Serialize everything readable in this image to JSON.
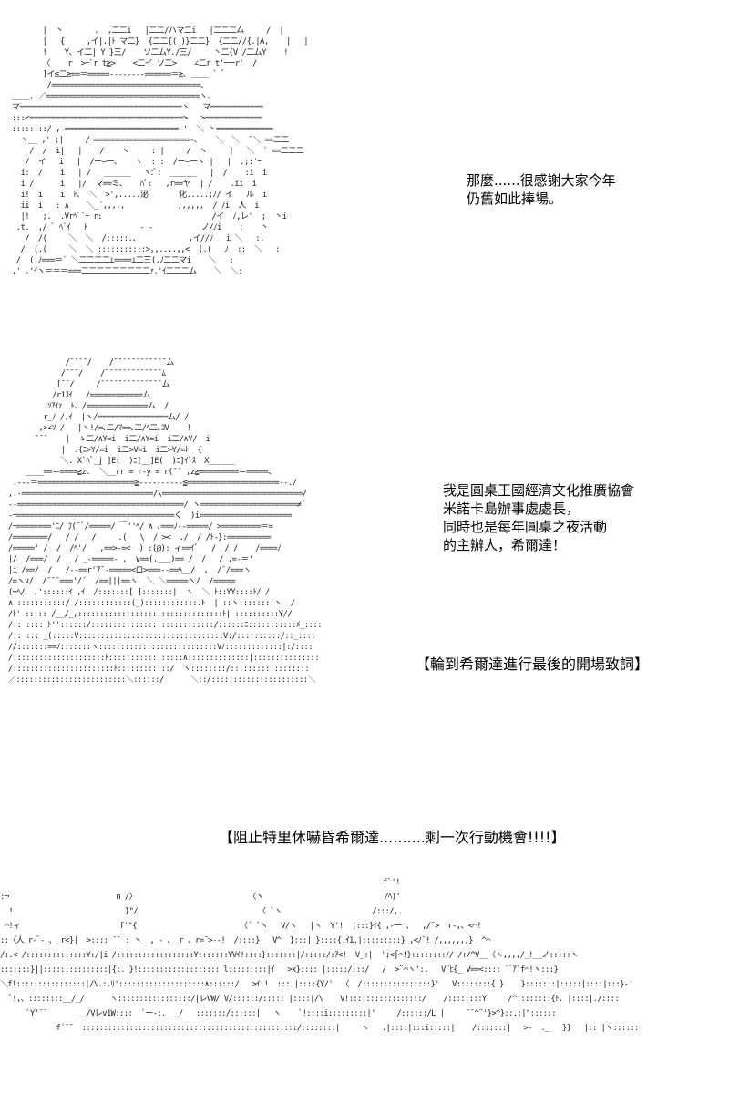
{
  "panels": [
    {
      "id": "panel-1",
      "speaker_art": "witch-face-closeup",
      "dialogue": [
        "那麼......很感謝大家今年",
        "仍舊如此捧場。"
      ]
    },
    {
      "id": "panel-2",
      "speaker_art": "witch-hat-figure",
      "dialogue": [
        "我是圓桌王國經濟文化推廣協會",
        "米諾卡島辦事處處長，",
        "同時也是每年圓桌之夜活動",
        "的主辦人，希爾達！"
      ],
      "narration": "【輪到希爾達進行最後的開場致詞】"
    },
    {
      "id": "panel-3",
      "narration": "【阻止特里休嚇昏希爾達..........剩一次行動機會!!!!】",
      "speaker_art": "crowd-of-characters"
    }
  ],
  "ascii_art": {
    "face": "        |  丶       .  ,二二i   |二二/ハマ二i   |二二二厶     /  |\n        |   {     ,イ|.|ﾄ マ二}  {二二{( )}二二}  {二二//{.|A,    |   |\n        !    Y、イ二| Y }三/    ソ二ムY./三/     丶二{V /二ムY    !\n        〈    r  >ｰ`r t≧>    <二イ ソ二>    ∠二r t'ｰ一r'  /\n        ]イ≦二≧==＝=====--------======＝≧、____ ` ﾞ\n         /==================================、\n ____,.／===================================ヽ、\n マ=====================================ヽ   マ============\n :::<===================================>   >=============\n ::::::::/ ,-==========================-'  ＼ 丶=============\n   ヽ__ ,' ;|     /ｰ======================-､    ＼  ＼  ¯＼ ==二二\n     /  /  i|   |    /    ヽ     : |     /  ヽ     |   ＼  ` ==二二二\n    /  イ   i   |  /ー―一、   ヽ  : :  /ー―一ヽ |   |  .;:'ｰ\n   i:  /    i   | /   ______   ヽ:ﾞ:  ______   |  /    :i  i\n   i /      i   |/  マ==ミ、   ﾊﾟ:   ,r==ヤ  | /    .ii  i\n   i!  i    i  ﾄ、 ＼  >',.....泌       化.....;ﾉ/ イ   ル  i\n   ii  i   : ∧    ＼_´,,,,,            ,,,,,,  / ﾉi  人  i\n   |!   ;.  .Vrﾍﾞ`ｰ r:                         /イ  ﾉ,レ'  ;  丶i\n  .t.  ,/ ﾞ ﾍﾞｲ   ﾄ            - -           ノ/ﾉi    ;    丶\n    /  /(     ＼  ＼  /:::::.、           ,イ//ｿ   i ＼   :.\n   /  (.(     ＼  ＼ :::::::::::>,,....,,<__(.(__ ﾉ  ::  ＼   :\n  /  (.ﾉ===＝` ＼二二二二⊥====⊥二三(.ﾉ二二マi    ＼   :\n ,' .'ｲヽ＝＝＝===二二二二二二二二二ｧ.'ｲ二二二ム    ＼  ＼:",
    "hat": "              /¯¯¯¯/    /¯¯¯¯¯¯¯¯¯¯¯¯ム\n             /¯¯¯/    /¯¯¯¯¯¯¯¯¯¯¯¯¯ﾑ\n            [¯¯/     /¯¯¯¯¯¯¯¯¯¯¯¯¯¯ム\n           /r1ｽｲ   /============ム\n          ｿｱｲｧ  ﾄ、/==============ム  /\n         r_ﾉ /,ｲ  |ヽ/================ム/ /\n        ,>∠ｿ /   |ヽ!/=､二/ﾏ==､二/ﾍ二､ｺV    !\n       ¯¯¯    |  ゝ二/∧Y=i  i二/∧Y=i  i二/∧Y/  i\n             |  .{ﾆ>Y/=i  i二>V=i  i二>Y/=ﾄ  {\n             ＼. X`ﾍﾞ_j ]E(  )ﾆ]__]E(  )ﾆ]ｲﾞｽ  X______\n     ____==＝====≧z.  ＼__rr = r-y = r(¯¯ ,z≧=========＝=====、\n  .---＝======================≧----------≦=====================--./\n ,.-==============================/\\================================/\n --======================================/ ヽ======================≠´\n -ｰ====================================く  )i=====================\n /ｰ========'ﾆ/ ﾌ(¯ﾞ/=====/ ￣''ﾍ/ ∧ ､===ﾉ--=====/ >=========＝=\n /========/   / /   /     .(   \\  / ><  ./  / /ﾄ-}:==========\n /=====' /  /  /ﾍ'/   ,==>-=<_ ) :(@):_ィ==ｲﾞ   /  / /    /====ﾉ\n |/  /===/  /   / _-=====- ,  ∨==(.___)== /  /   / ,=-＝'\n |i /==/  /   /--==r'7¯-=====<ロ>===--==ﾍ__/  ,  /¯/===ヽ\n /=ヽ∨/  /¯¯¯==='/´  /==|||==ヽ  ＼ ＼=====ヽ/  /=====\n (=ﾍ/  ,'::::::ｲ ,ｲ  /:::::::[ ]:::::::|  ヽ  ＼ ﾄ::YY::::ﾄ/ /\n ∧ :::::::::::/ /::::::::::::(_)::::::::::::.ﾄ  | ::ヽ::::::::ヽ  /\n /ﾄ' ::::: /__/_,:::::::::::::::::::::::::::::::::ﾄ| ::::::::::Y//\n /:: :::: ﾄ''::::::/::::::::::::::::::::::::::::/::::::ﾆ:::::::::::ﾒ_::::\n /:: ::: _(:::::V:::::::::::::::::::::::::::::::::V:/::::::::::/::_::::\n //:::::::==ﾉ:::::::ヽ:::::::::::::::::::::::::::Vﾉ:::::::::::::|:/::::\n /:::::::::::::::::::::ﾄ:::::::::::::::::∧::::::::::::::|:::::::::::::::\n /:::::::::::::::::::::::ﾄ::::::::::::/  ヽ::::::::/::::::::::::::::::\n ／:::::::::::::::::::::::::＼::::::/      ＼::/::::::::::::::::::::::＼",
    "crowd": "                                                                                         f`'!\n:¬                         n /〉                          〈ヽ                            /ﾍ)'\n  !                          }\"/                            〈 `ヽ                     /:::/,.\n ⌒!ィ                       f'°{                        〈´ `ヽ   V/ヽ   |ヽ  Y'!  |:::}ｲ{ ,-一 、  ,/¨>  r-,、<⌒!\n::〈人_r-ﾞ- 、_r<}|  >:::: ¯¯ : ヽ__, - 、_r 、r=¨>-‐!  /::::}___V^  }:::|_}::::{.ｲ1.|:::::::::}_,<ﾉ¯! /,,,,,,,}_ ^⌒\n/:.< /::::::::::::::Y:/|i /::::::::::::::::::Y:::::::YVｲ!::::}:::::::|/:::::/:ｱ<!  V_:|  ';<∫⌒!}::::::::ﾉ/ /:/^V__〈ヽ,,,,/_!__ノ:::::ヽ\n:::::::}||:::::::::::::::|{:. }!::::::::::::::::::: l:::::::::|ｲ   >x}:::: |:::::/:::/   /  >¨⌒ヽ':.   V¨ﾋ{_ V==<:::: `ﾞｱ`f⌒!ヽ:::}\n＼f!::::::::::::::::|/\\.:.ﾘ'::::::::::::::::::::∧::::::/   >ｲ:!  ::: |::::{Y/'  〈  /::::::::::::::::}'   V::::::::{ }    }:::::::|:::::|::::|:::}-'\n  ﾞ!,、::::::::__/_/      ヽ:::::::::::::::::/|レVW/ V/::::::/::::: |::::|/\\    V!:::::::::::::::!:/    /::::::::Y     /^!:::::::{ﾄ. |::::|./::::\n      `Y'¯¯       __/Vレv1W::::  `ー-:.___/   :::::::/::::::|   ヽ    `!::::i:::::::::|'     /::::::/L_|     ¯¯^¨'}>^}::.:|\"::::::\n             f´¯¯  ::::::::::::::::::::::::::::::::::::::::::::::::::/::::::::|     ヽ   .|::::|:::i:::::|    /:::::::|   >-  ._   }}   |:: |ヽ::::::"
  }
}
